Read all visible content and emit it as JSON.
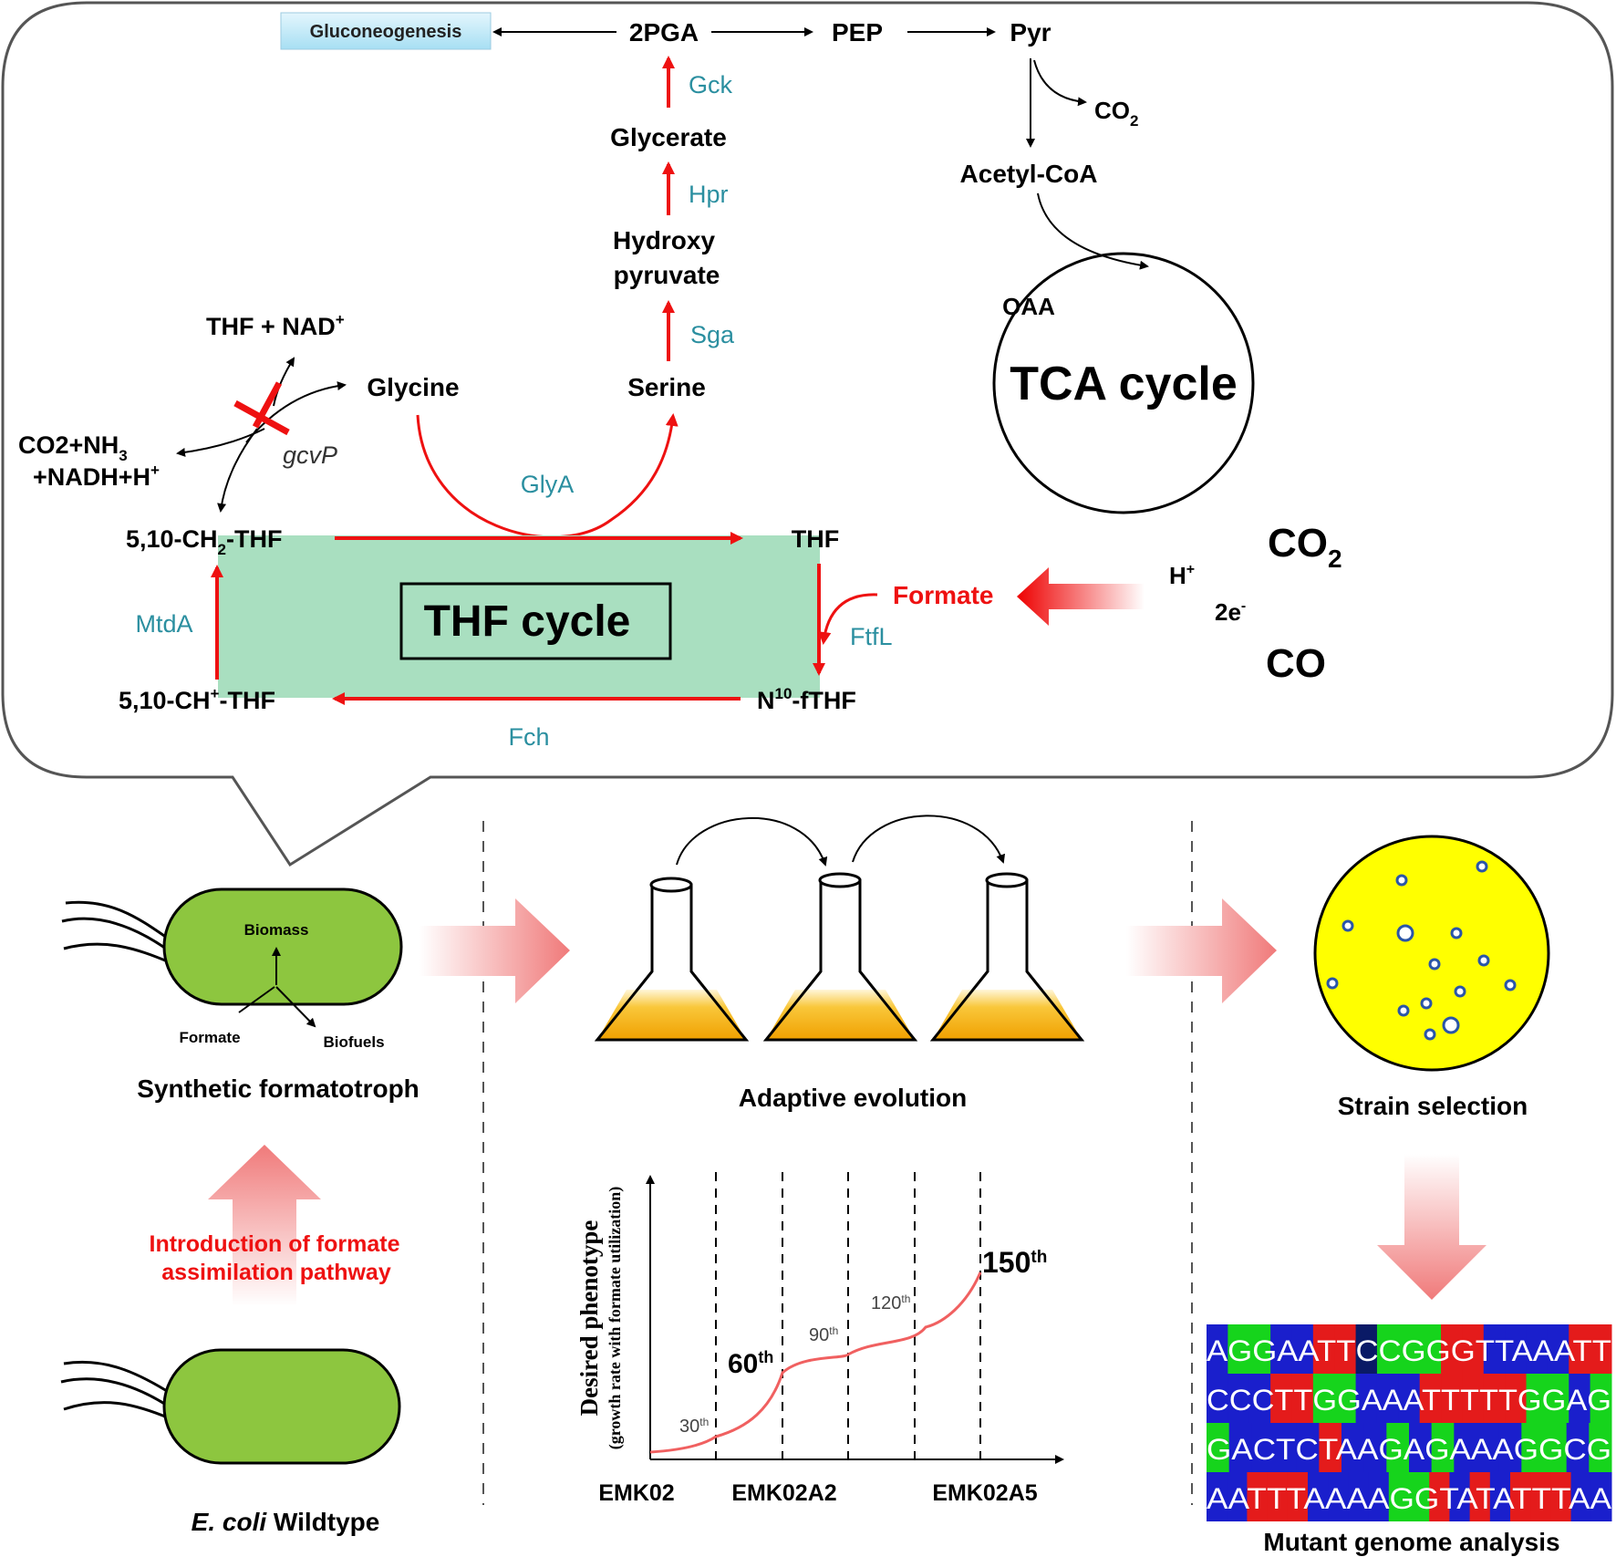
{
  "pathway": {
    "gluconeogenesis": "Gluconeogenesis",
    "pga": "2PGA",
    "pep": "PEP",
    "pyr": "Pyr",
    "co2_small": "CO",
    "co2_small_sub": "2",
    "acetyl_coa": "Acetyl-CoA",
    "gck": "Gck",
    "glycerate": "Glycerate",
    "hpr": "Hpr",
    "hydroxy_1": "Hydroxy",
    "hydroxy_2": "pyruvate",
    "sga": "Sga",
    "serine": "Serine",
    "glycine": "Glycine",
    "thf_nad": "THF + NAD",
    "thf_nad_sup": "+",
    "co2_nh3_1a": "CO2+NH",
    "co2_nh3_1sub": "3",
    "co2_nh3_2": "+NADH+H",
    "co2_nh3_2sup": "+",
    "gcvp": "gcvP",
    "glya": "GlyA",
    "ch2_thf_a": "5,10-CH",
    "ch2_thf_sub": "2",
    "ch2_thf_b": "-THF",
    "thf": "THF",
    "thf_cycle": "THF cycle",
    "mtda": "MtdA",
    "ftfl": "FtfL",
    "formate": "Formate",
    "fch": "Fch",
    "chplus_thf_a": "5,10-CH",
    "chplus_thf_sup": "+",
    "chplus_thf_b": "-THF",
    "n10_a": "N",
    "n10_sup": "10",
    "n10_b": "-fTHF",
    "oaa": "OAA",
    "tca": "TCA cycle",
    "co2_big": "CO",
    "co2_big_sub": "2",
    "h_plus": "H",
    "h_plus_sup": "+",
    "two_e": "2e",
    "two_e_sup": "-",
    "co": "CO"
  },
  "cell": {
    "biomass": "Biomass",
    "formate": "Formate",
    "biofuels": "Biofuels",
    "synthetic_label": "Synthetic formatotroph",
    "introduction_1": "Introduction of formate",
    "introduction_2": "assimilation pathway",
    "ecoli": "E. coli",
    "wildtype": "Wildtype"
  },
  "evolution": {
    "label": "Adaptive evolution",
    "strain_label": "Strain selection",
    "genome_label": "Mutant genome analysis"
  },
  "chart_data": {
    "type": "line",
    "ylabel": "Desired phenotype",
    "ylabel2": "(growth rate with formate utilization)",
    "x_ticks": [
      "EMK02",
      "EMK02A2",
      "EMK02A5"
    ],
    "markers": [
      {
        "label": "30",
        "sup": "th"
      },
      {
        "label": "60",
        "sup": "th"
      },
      {
        "label": "90",
        "sup": "th"
      },
      {
        "label": "120",
        "sup": "th"
      },
      {
        "label": "150",
        "sup": "th"
      }
    ]
  },
  "genome": {
    "rows": [
      {
        "seq": "AGGAATTCCGGGTTAAATT",
        "colors": "BGGBBRRNGGGRRBBBBRR"
      },
      {
        "seq": "CCCTTGGAAATTTTTGGAG",
        "colors": "BBBRRGGBBBRRRRRGGBG"
      },
      {
        "seq": "GACTCTAAGAGAAAGGCG",
        "colors": "GBBBBRBBGBGBBBGGBG"
      },
      {
        "seq": "AATTTAAAAGGTATATTTAA",
        "colors": "BBRRRBBBBGGRBRBRRRBB"
      }
    ],
    "color_map": {
      "B": "#1a1fcc",
      "G": "#16d41c",
      "R": "#e41b1b",
      "N": "#0a1a66"
    }
  },
  "colors": {
    "red": "#ee1111",
    "teal": "#2b8fa0",
    "thf_box": "#a9dfc0",
    "cell_green": "#8dc63f",
    "plate_yellow": "#ffff00",
    "flask_fill": "#f5a800"
  }
}
